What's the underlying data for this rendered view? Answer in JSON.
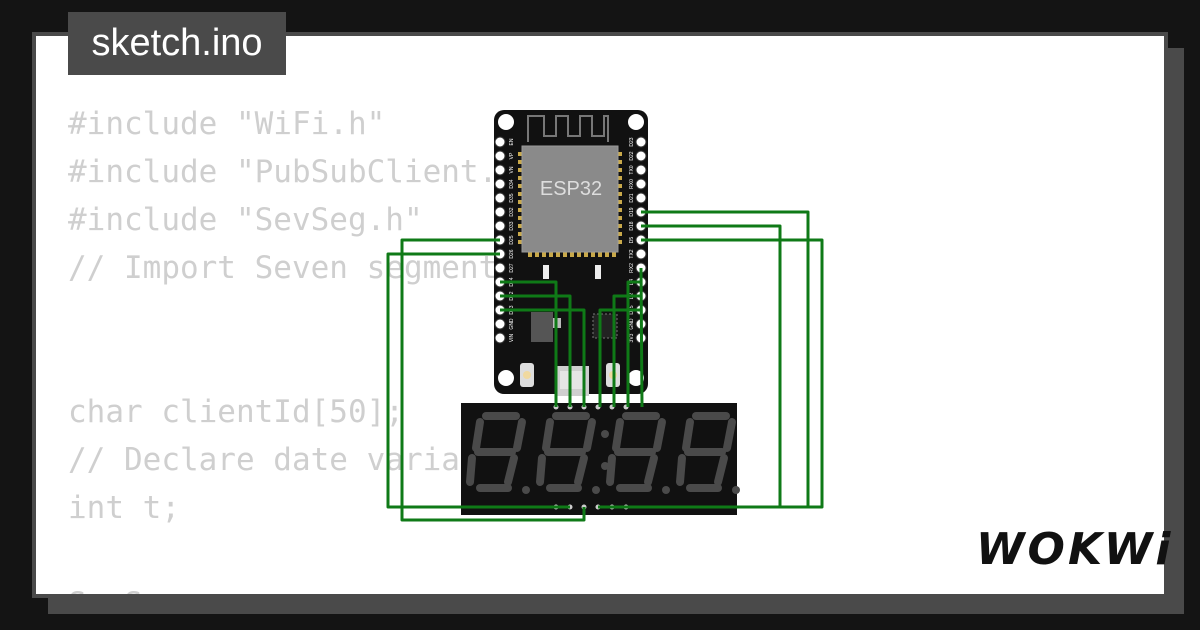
{
  "title": "sketch.ino",
  "code_lines": [
    "#include \"WiFi.h\"",
    "#include \"PubSubClient.h\"",
    "#include \"SevSeg.h\"",
    "// Import Seven segment library",
    "",
    "",
    "char clientId[50];",
    "// Declare date variable",
    "int t;",
    "",
    "SevSeg sevseg;"
  ],
  "board": {
    "chip_label": "ESP32",
    "left_pins": [
      "EN",
      "VP",
      "VN",
      "D34",
      "D35",
      "D32",
      "D33",
      "D25",
      "D26",
      "D27",
      "D14",
      "D12",
      "D13",
      "GND",
      "VIN"
    ],
    "right_pins": [
      "D23",
      "D22",
      "TX0",
      "RX0",
      "D21",
      "D19",
      "D18",
      "D5",
      "TX2",
      "RX2",
      "D4",
      "D2",
      "D15",
      "GND",
      "3V3"
    ]
  },
  "logo": "WOKWi",
  "colors": {
    "wire": "#0f7a17",
    "board": "#111111",
    "chip": "#8a8a8a",
    "display": "#111111",
    "segment": "#4a4a4a"
  }
}
